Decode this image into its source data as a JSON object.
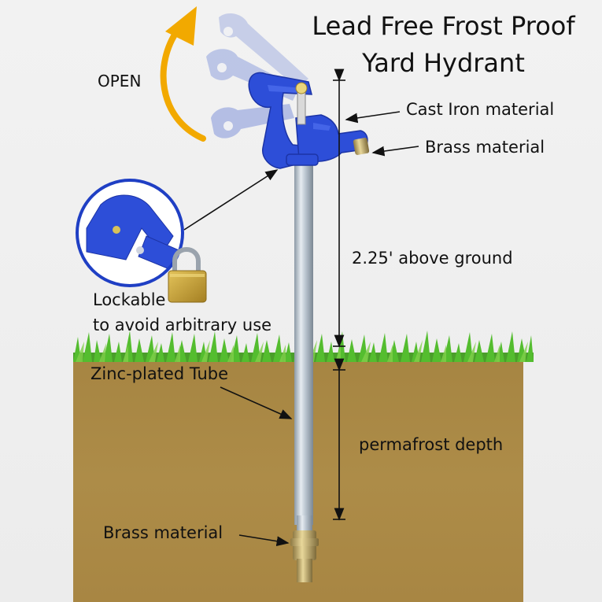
{
  "title": {
    "line1": "Lead Free Frost Proof",
    "line2": "Yard Hydrant"
  },
  "labels": {
    "open": "OPEN",
    "cast_iron": "Cast Iron material",
    "brass_top": "Brass material",
    "above_ground": "2.25' above ground",
    "lockable_line1": "Lockable",
    "lockable_line2": "to avoid arbitrary use",
    "zinc_tube": "Zinc-plated Tube",
    "permafrost": "permafrost depth",
    "brass_bottom": "Brass material"
  },
  "colors": {
    "hydrant_head": "#2d4ed8",
    "arrow": "#f2a900",
    "soil": "#a98743",
    "grass": "#4fb52c",
    "tube": "#b8c4d0",
    "brass": "#c9a64a"
  },
  "icons": {
    "open_arrow": "curved-arrow-icon",
    "padlock": "padlock-icon"
  }
}
